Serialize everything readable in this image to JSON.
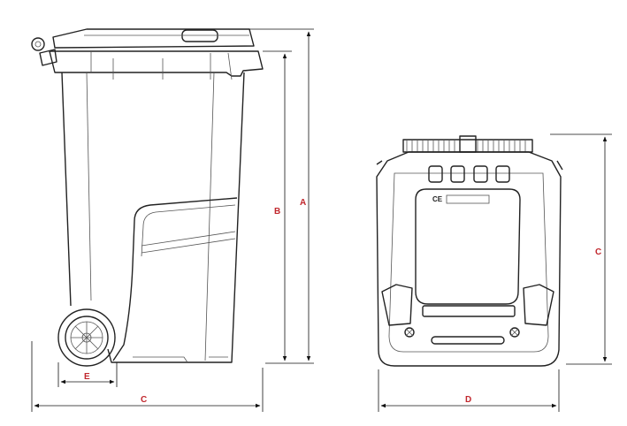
{
  "dimension_labels": {
    "a": "A",
    "b": "B",
    "c_side": "C",
    "c_front": "C",
    "d": "D",
    "e": "E"
  },
  "marking": {
    "ce": "CE"
  },
  "colors": {
    "line": "#222222",
    "label": "#c1272d",
    "background": "#ffffff"
  }
}
